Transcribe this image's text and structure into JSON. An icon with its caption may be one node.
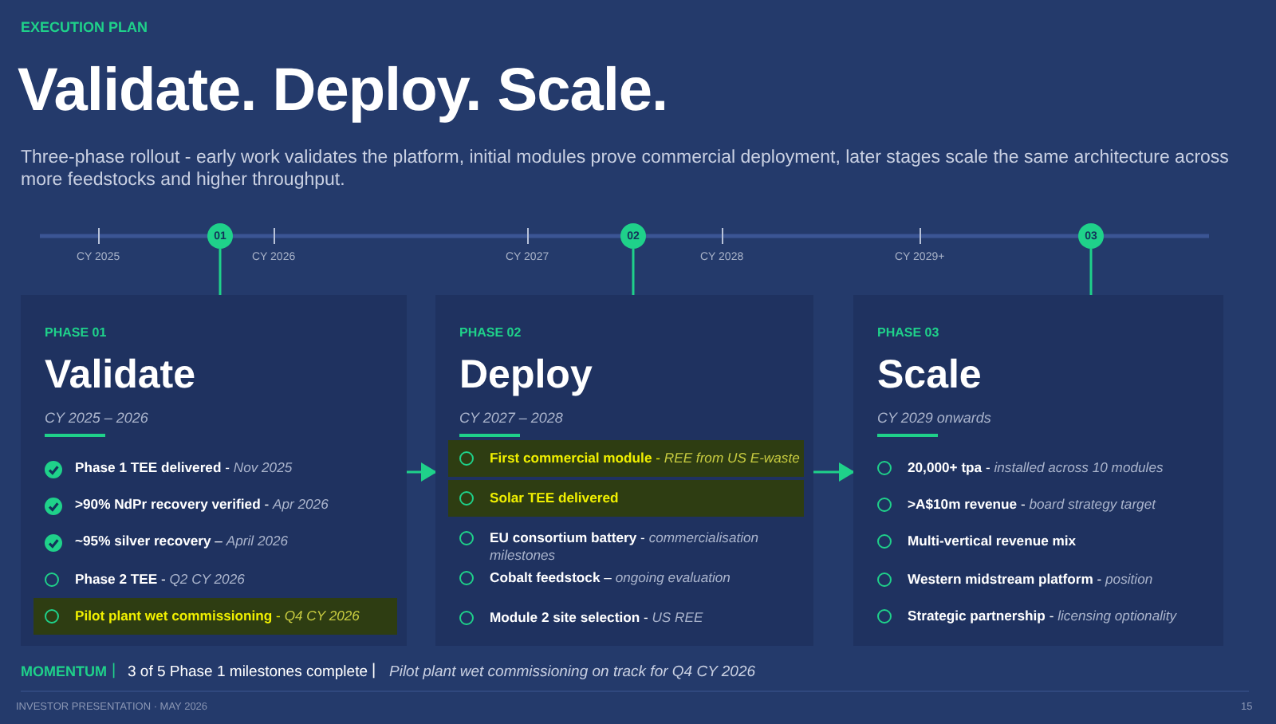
{
  "diagram": {
    "title": "Validate. Deploy. Scale.",
    "nodes": [
      {
        "text": [
          "01"
        ]
      },
      {
        "text": [
          "02"
        ]
      },
      {
        "text": [
          "03"
        ]
      },
      {
        "text": [
          "PHASE 01",
          "Validate",
          "CY 2025 – 2026",
          "**Phase 1 TEE delivered** - *Nov 2025*",
          "**>90% NdPr recovery verified** - *Apr 2026*",
          "**~95% silver recovery** – *April 2026*",
          "**Phase 2 TEE** - *Q2 CY 2026*",
          "**Pilot plant wet commissioning** - *Q4 CY 2026*"
        ]
      },
      {
        "text": [
          "PHASE 02",
          "Deploy",
          "CY 2027 – 2028",
          "**First commercial module** - *REE from US E-waste*",
          "**Solar TEE delivered**",
          "**EU consortium battery** - *commercialisation milestones*",
          "**Cobalt feedstock** – *ongoing evaluation*",
          "**Module 2 site selection** - *US REE*"
        ]
      },
      {
        "text": [
          "PHASE 03",
          "Scale",
          "CY 2029 onwards",
          "**20,000+ tpa** - *installed across 10 modules*",
          "**>A$10m revenue** - *board strategy target*",
          "**Multi-vertical revenue mix**",
          "**Western midstream platform** - *position*",
          "**Strategic partnership** - *licensing optionality*"
        ]
      }
    ],
    "edges": [
      {
        "from": 0,
        "to": 3,
        "arrow": "none"
      },
      {
        "from": 1,
        "to": 4,
        "arrow": "none"
      },
      {
        "from": 2,
        "to": 5,
        "arrow": "none"
      },
      {
        "from": 3,
        "to": 4,
        "arrow": "to"
      },
      {
        "from": 4,
        "to": 5,
        "arrow": "to"
      }
    ],
    "labels": [
      "EXECUTION PLAN",
      "Three-phase rollout - early work validates the platform, initial modules prove commercial deployment, later stages scale the same architecture across more feedstocks and higher throughput.",
      "CY 2025",
      "CY 2026",
      "CY 2027",
      "CY 2028",
      "CY 2029+",
      "MOMENTUM",
      "|",
      "3 of 5 Phase 1 milestones complete",
      "|",
      "Pilot plant wet commissioning on track for Q4 CY 2026",
      "INVESTOR PRESENTATION · MAY 2026",
      "15"
    ]
  }
}
